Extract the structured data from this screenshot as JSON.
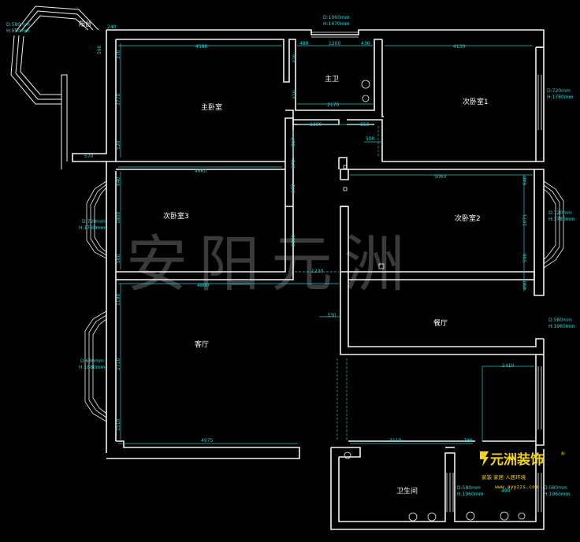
{
  "watermark": "安阳元洲",
  "rooms": {
    "master_bedroom": "主卧室",
    "master_bath": "主卫",
    "bedroom1": "次卧室1",
    "bedroom3": "次卧室3",
    "bedroom2": "次卧室2",
    "dining": "餐厅",
    "living": "客厅",
    "bathroom": "卫生间",
    "balcony": "阳台"
  },
  "windows": {
    "top_d": "D:1060mm",
    "top_h": "H:1470mm",
    "bal_d": "D:580mm",
    "bal_h": "H:950mm",
    "r1_d": "D:720mm",
    "r1_h": "H:1780mm",
    "b3_d": "D:720mm",
    "b3_h": "H:1780mm",
    "b2_d": "D:720mm",
    "b2_h": "H:1780mm",
    "din_d": "D:580mm",
    "din_h": "H:1960mm",
    "liv_d": "D:680mm",
    "liv_h": "H:1880mm",
    "bath_d": "D:580mm",
    "bath_h": "H:1960mm",
    "br_d": "D:580mm",
    "br_h": "H:1960mm"
  },
  "dims": {
    "d240": "240",
    "d4580": "4580",
    "d480": "480",
    "d1200": "1200",
    "d430": "430",
    "d4130": "4130",
    "d590": "590",
    "d370": "370",
    "d3770": "3770",
    "d2170": "2170",
    "d1390": "1390",
    "d650": "650",
    "d500": "500",
    "d570": "570",
    "d520": "520",
    "d867": "867",
    "d4660": "4660",
    "d5060": "5060",
    "d870": "870",
    "d640": "640",
    "d1800": "1800",
    "d560": "560",
    "d2880": "2880",
    "d1071": "1071",
    "d1230": "1230",
    "d4800": "4800",
    "d1190": "1190",
    "d330": "330",
    "d2710": "2710",
    "d1510": "1510",
    "d4975": "4975",
    "d3110": "3110",
    "d780": "780",
    "d1410": "1410",
    "d490": "490",
    "d1670": "1670"
  },
  "logo": {
    "name": "元洲装饰",
    "tagline": "家装·家居·人居环境",
    "url": "www.ayyzzs.com",
    "mark": "®"
  }
}
